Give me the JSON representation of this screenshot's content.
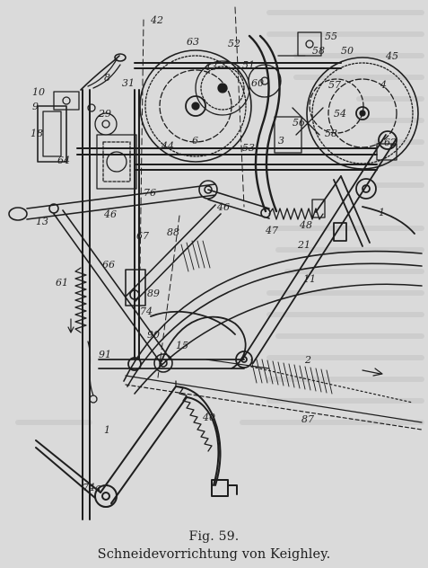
{
  "caption": {
    "figure_number": "Fig. 59.",
    "title": "Schneidevorrichtung von Keighley."
  },
  "labels": [
    "42",
    "63",
    "52",
    "55",
    "58",
    "50",
    "45",
    "10",
    "8",
    "31",
    "43",
    "51",
    "60",
    "57",
    "4",
    "9",
    "29",
    "54",
    "56",
    "18",
    "6",
    "58",
    "62",
    "64",
    "44",
    "53",
    "3",
    "13",
    "76",
    "46",
    "46",
    "47",
    "48",
    "1",
    "21",
    "67",
    "88",
    "66",
    "61",
    "89",
    "11",
    "74",
    "90",
    "91",
    "15",
    "2",
    "87",
    "40",
    "1",
    "74a"
  ]
}
